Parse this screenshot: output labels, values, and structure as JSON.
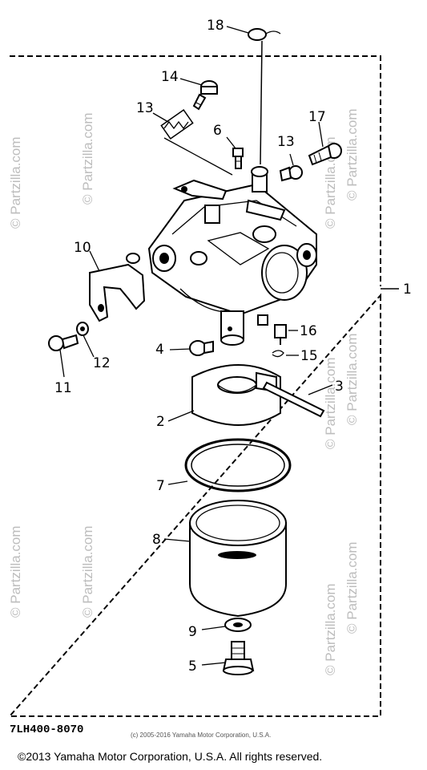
{
  "callouts": [
    {
      "id": "18",
      "label": "18"
    },
    {
      "id": "14",
      "label": "14"
    },
    {
      "id": "13a",
      "label": "13"
    },
    {
      "id": "6",
      "label": "6"
    },
    {
      "id": "13b",
      "label": "13"
    },
    {
      "id": "17",
      "label": "17"
    },
    {
      "id": "10",
      "label": "10"
    },
    {
      "id": "1",
      "label": "1"
    },
    {
      "id": "16",
      "label": "16"
    },
    {
      "id": "4",
      "label": "4"
    },
    {
      "id": "12",
      "label": "12"
    },
    {
      "id": "11",
      "label": "11"
    },
    {
      "id": "15",
      "label": "15"
    },
    {
      "id": "3",
      "label": "3"
    },
    {
      "id": "2",
      "label": "2"
    },
    {
      "id": "7",
      "label": "7"
    },
    {
      "id": "8",
      "label": "8"
    },
    {
      "id": "9",
      "label": "9"
    },
    {
      "id": "5",
      "label": "5"
    }
  ],
  "watermark_text": "© Partzilla.com",
  "diagram_code": "7LH400-8070",
  "small_copyright": "(c) 2005-2016 Yamaha Motor Corporation, U.S.A.",
  "footer_copyright": "©2013 Yamaha Motor Corporation, U.S.A. All rights reserved."
}
